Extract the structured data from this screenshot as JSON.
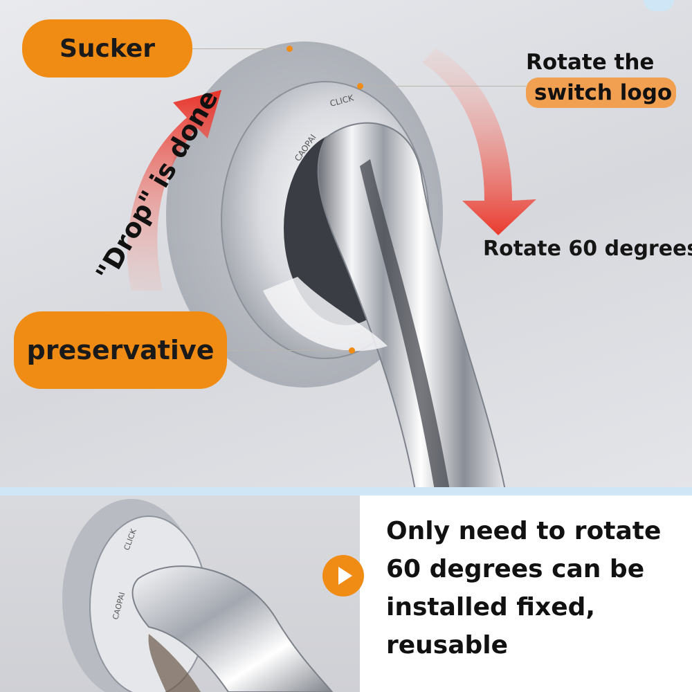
{
  "callouts": {
    "sucker": "Sucker",
    "preservative": "preservative",
    "rotate_logo_line1": "Rotate the",
    "rotate_logo_line2": "switch logo",
    "rotate_60": "Rotate 60 degrees",
    "drop_done": "\"Drop\" is done"
  },
  "description": {
    "line1": "Only need to rotate",
    "line2": "60 degrees can be",
    "line3": "installed fixed,",
    "line4": "reusable"
  },
  "icons": {
    "bullet": "play-circle-icon",
    "arrow_up": "curved-red-arrow-icon",
    "arrow_down": "curved-red-arrow-icon"
  },
  "colors": {
    "accent": "#f08c14",
    "arrow": "#e8342a",
    "divider": "#cfe6f6"
  }
}
